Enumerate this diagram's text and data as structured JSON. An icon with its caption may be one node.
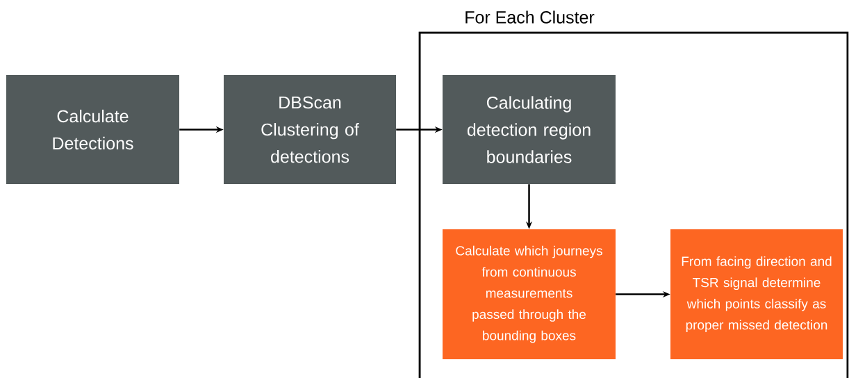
{
  "diagram": {
    "nodes": [
      {
        "text": [
          "For Each Cluster"
        ]
      },
      {
        "text": [
          "Calculate Detections"
        ]
      },
      {
        "text": [
          "DBScan Clustering of detections"
        ]
      },
      {
        "text": [
          "Calculating detection region boundaries"
        ],
        "in": 0
      },
      {
        "text": [
          "Calculate which journeys from continuous measurements passed through the bounding boxes"
        ],
        "in": 0
      },
      {
        "text": [
          "From facing direction and TSR signal determine which points classify as proper missed detection"
        ],
        "in": 0
      }
    ],
    "edges": [
      {
        "from": 1,
        "to": 2,
        "arrow": "to"
      },
      {
        "from": 2,
        "to": 3,
        "arrow": "to"
      },
      {
        "from": 3,
        "to": 4,
        "arrow": "to"
      },
      {
        "from": 4,
        "to": 5,
        "arrow": "to"
      }
    ]
  }
}
